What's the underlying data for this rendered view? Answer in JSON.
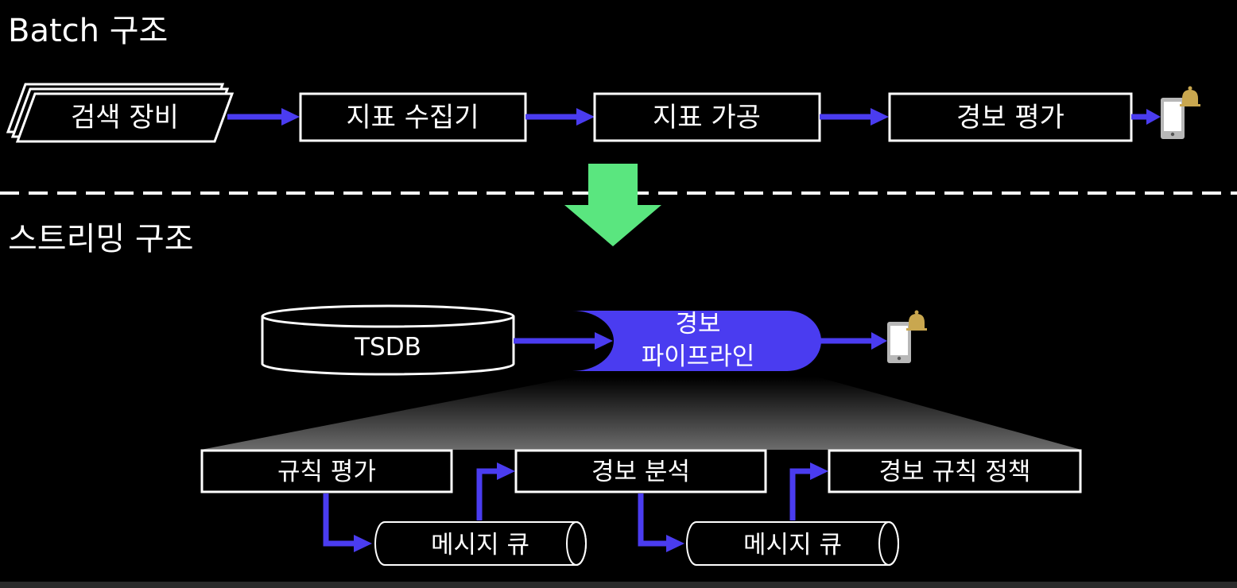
{
  "batch": {
    "title": "Batch 구조",
    "search_equipment": "검색 장비",
    "metric_collector": "지표 수집기",
    "metric_processing": "지표 가공",
    "alert_evaluation": "경보 평가"
  },
  "streaming": {
    "title": "스트리밍 구조",
    "tsdb": "TSDB",
    "pipeline_line1": "경보",
    "pipeline_line2": "파이프라인",
    "rule_evaluation": "규칙 평가",
    "alert_analysis": "경보 분석",
    "alert_rule_policy": "경보 규칙 정책",
    "message_queue_1": "메시지 큐",
    "message_queue_2": "메시지 큐"
  },
  "colors": {
    "background": "#000000",
    "flow_arrow": "#4a3cf0",
    "transition_arrow": "#5ae67f",
    "bell": "#c9a74f",
    "phone": "#b8b8b8"
  },
  "icons": [
    "mobile-phone-icon",
    "bell-icon",
    "down-arrow-icon"
  ]
}
